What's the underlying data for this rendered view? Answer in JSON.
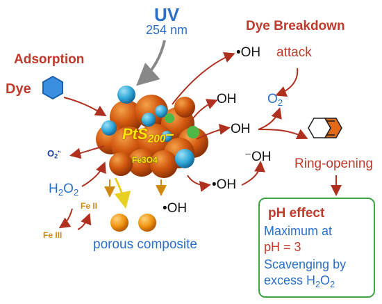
{
  "labels": {
    "uv": "UV",
    "uv_wavelength": "254 nm",
    "dye_breakdown": "Dye Breakdown",
    "adsorption": "Adsorption",
    "dye": "Dye",
    "oh_attack_radical": "•OH",
    "oh_attack_word": "attack",
    "o2_base": "O",
    "o2_sub": "2",
    "oh_1": "OH",
    "oh_2": "OH",
    "superoxide_base": "O",
    "superoxide_sub": "2",
    "superoxide_sup": "•-",
    "catalyst_name_base": "PtS",
    "catalyst_name_sub": "200",
    "catalyst_dash": "–",
    "fe3o4": "Fe3O4",
    "minus_oh": "⁻OH",
    "ring_opening": "Ring-opening",
    "h2o2_base": "H",
    "h2o2_sub1": "2",
    "h2o2_mid": "O",
    "h2o2_sub2": "2",
    "oh_radical_mid": "•OH",
    "oh_radical_right": "•OH",
    "fe2": "Fe II",
    "fe3": "Fe III",
    "porous_composite": "porous composite"
  },
  "ph_box": {
    "title": "pH effect",
    "line1": "Maximum at",
    "line2": "pH = 3",
    "line3": "Scavenging by",
    "line4_base": "excess H",
    "line4_sub1": "2",
    "line4_mid": "O",
    "line4_sub2": "2"
  },
  "colors": {
    "red_label": "#c0392b",
    "blue_label": "#2a6fc9",
    "sphere_orange": "#d2580f",
    "sphere_cyan": "#2fa8d8",
    "arrow_red": "#b03020",
    "arrow_gray": "#888888",
    "arrow_gold": "#d08a10",
    "arrow_yellow": "#e8d020",
    "box_green": "#3aa640"
  }
}
